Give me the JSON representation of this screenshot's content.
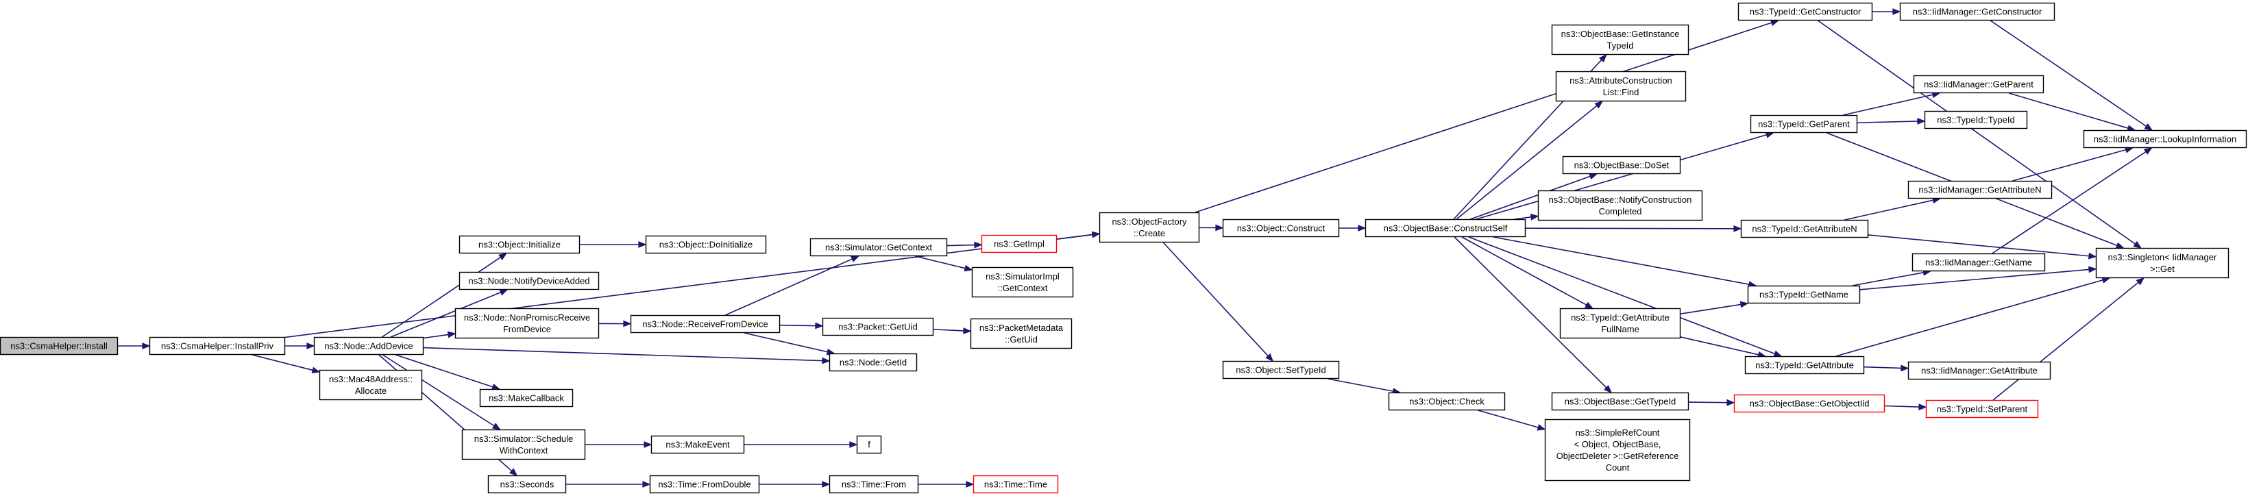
{
  "colors": {
    "edge": "#191970",
    "node_border": "#000000",
    "node_border_highlight": "#ff0000",
    "root_fill": "#bfbfbf",
    "node_fill": "#ffffff"
  },
  "nodes": [
    {
      "id": "n_install",
      "name": "node-csmahelper-install",
      "lines": [
        "ns3::CsmaHelper::Install"
      ],
      "style": "root"
    },
    {
      "id": "n_installpriv",
      "name": "node-csmahelper-installpriv",
      "lines": [
        "ns3::CsmaHelper::InstallPriv"
      ],
      "style": "normal"
    },
    {
      "id": "n_adddevice",
      "name": "node-node-adddevice",
      "lines": [
        "ns3::Node::AddDevice"
      ],
      "style": "normal"
    },
    {
      "id": "n_mac48alloc",
      "name": "node-mac48address-allocate",
      "lines": [
        "ns3::Mac48Address::",
        "Allocate"
      ],
      "style": "normal"
    },
    {
      "id": "n_objinit",
      "name": "node-object-initialize",
      "lines": [
        "ns3::Object::Initialize"
      ],
      "style": "normal"
    },
    {
      "id": "n_notifydev",
      "name": "node-node-notifydeviceadded",
      "lines": [
        "ns3::Node::NotifyDeviceAdded"
      ],
      "style": "normal"
    },
    {
      "id": "n_nonpromisc",
      "name": "node-node-nonpromiscreceivefromdevice",
      "lines": [
        "ns3::Node::NonPromiscReceive",
        "FromDevice"
      ],
      "style": "normal"
    },
    {
      "id": "n_makecallback",
      "name": "node-makecallback",
      "lines": [
        "ns3::MakeCallback"
      ],
      "style": "normal"
    },
    {
      "id": "n_schedctx",
      "name": "node-simulator-schedulewithcontext",
      "lines": [
        "ns3::Simulator::Schedule",
        "WithContext"
      ],
      "style": "normal"
    },
    {
      "id": "n_seconds",
      "name": "node-seconds",
      "lines": [
        "ns3::Seconds"
      ],
      "style": "normal"
    },
    {
      "id": "n_doinit",
      "name": "node-object-doinitialize",
      "lines": [
        "ns3::Object::DoInitialize"
      ],
      "style": "normal"
    },
    {
      "id": "n_recvdev",
      "name": "node-node-receivefromdevice",
      "lines": [
        "ns3::Node::ReceiveFromDevice"
      ],
      "style": "normal"
    },
    {
      "id": "n_makeevent",
      "name": "node-makeevent",
      "lines": [
        "ns3::MakeEvent"
      ],
      "style": "normal"
    },
    {
      "id": "n_fromdouble",
      "name": "node-time-fromdouble",
      "lines": [
        "ns3::Time::FromDouble"
      ],
      "style": "normal"
    },
    {
      "id": "n_getcontext",
      "name": "node-simulator-getcontext",
      "lines": [
        "ns3::Simulator::GetContext"
      ],
      "style": "normal"
    },
    {
      "id": "n_pktuid",
      "name": "node-packet-getuid",
      "lines": [
        "ns3::Packet::GetUid"
      ],
      "style": "normal"
    },
    {
      "id": "n_nodegetid",
      "name": "node-node-getid",
      "lines": [
        "ns3::Node::GetId"
      ],
      "style": "normal"
    },
    {
      "id": "n_f",
      "name": "node-f",
      "lines": [
        "f"
      ],
      "style": "normal"
    },
    {
      "id": "n_timefrom",
      "name": "node-time-from",
      "lines": [
        "ns3::Time::From"
      ],
      "style": "normal"
    },
    {
      "id": "n_getimpl",
      "name": "node-getimpl",
      "lines": [
        "ns3::GetImpl"
      ],
      "style": "red"
    },
    {
      "id": "n_simimplctx",
      "name": "node-simulatorimpl-getcontext",
      "lines": [
        "ns3::SimulatorImpl",
        "::GetContext"
      ],
      "style": "normal"
    },
    {
      "id": "n_pktmeta",
      "name": "node-packetmetadata-getuid",
      "lines": [
        "ns3::PacketMetadata",
        "::GetUid"
      ],
      "style": "normal"
    },
    {
      "id": "n_time",
      "name": "node-time-time",
      "lines": [
        "ns3::Time::Time"
      ],
      "style": "red"
    },
    {
      "id": "n_objfactory",
      "name": "node-objectfactory-create",
      "lines": [
        "ns3::ObjectFactory",
        "::Create"
      ],
      "style": "normal"
    },
    {
      "id": "n_objconstruct",
      "name": "node-object-construct",
      "lines": [
        "ns3::Object::Construct"
      ],
      "style": "normal"
    },
    {
      "id": "n_settypeid",
      "name": "node-object-settypeid",
      "lines": [
        "ns3::Object::SetTypeId"
      ],
      "style": "normal"
    },
    {
      "id": "n_constructself",
      "name": "node-objectbase-constructself",
      "lines": [
        "ns3::ObjectBase::ConstructSelf"
      ],
      "style": "normal"
    },
    {
      "id": "n_objcheck",
      "name": "node-object-check",
      "lines": [
        "ns3::Object::Check"
      ],
      "style": "normal"
    },
    {
      "id": "n_getinsttid",
      "name": "node-objectbase-getinstancetypeid",
      "lines": [
        "ns3::ObjectBase::GetInstance",
        "TypeId"
      ],
      "style": "normal"
    },
    {
      "id": "n_attrfind",
      "name": "node-attributeconstructionlist-find",
      "lines": [
        "ns3::AttributeConstruction",
        "List::Find"
      ],
      "style": "normal"
    },
    {
      "id": "n_doset",
      "name": "node-objectbase-doset",
      "lines": [
        "ns3::ObjectBase::DoSet"
      ],
      "style": "normal"
    },
    {
      "id": "n_notifyconst",
      "name": "node-objectbase-notifyconstructioncompleted",
      "lines": [
        "ns3::ObjectBase::NotifyConstruction",
        "Completed"
      ],
      "style": "normal"
    },
    {
      "id": "n_getattrfull",
      "name": "node-typeid-getattributefullname",
      "lines": [
        "ns3::TypeId::GetAttribute",
        "FullName"
      ],
      "style": "normal"
    },
    {
      "id": "n_getobjtid",
      "name": "node-objectbase-gettypeid",
      "lines": [
        "ns3::ObjectBase::GetTypeId"
      ],
      "style": "normal"
    },
    {
      "id": "n_simplerefcount",
      "name": "node-simplerefcount-getreferencecount",
      "lines": [
        "ns3::SimpleRefCount",
        "< Object, ObjectBase,",
        "ObjectDeleter >::GetReference",
        "Count"
      ],
      "style": "normal"
    },
    {
      "id": "n_tidgetctor",
      "name": "node-typeid-getconstructor",
      "lines": [
        "ns3::TypeId::GetConstructor"
      ],
      "style": "normal"
    },
    {
      "id": "n_tidgetparent",
      "name": "node-typeid-getparent",
      "lines": [
        "ns3::TypeId::GetParent"
      ],
      "style": "normal"
    },
    {
      "id": "n_tidgetattrn",
      "name": "node-typeid-getattributen",
      "lines": [
        "ns3::TypeId::GetAttributeN"
      ],
      "style": "normal"
    },
    {
      "id": "n_tidgetname",
      "name": "node-typeid-getname",
      "lines": [
        "ns3::TypeId::GetName"
      ],
      "style": "normal"
    },
    {
      "id": "n_tidgetattr",
      "name": "node-typeid-getattribute",
      "lines": [
        "ns3::TypeId::GetAttribute"
      ],
      "style": "normal"
    },
    {
      "id": "n_getobjiid",
      "name": "node-objectbase-getobjectiid",
      "lines": [
        "ns3::ObjectBase::GetObjectIid"
      ],
      "style": "red"
    },
    {
      "id": "n_iidgetctor",
      "name": "node-iidmanager-getconstructor",
      "lines": [
        "ns3::IidManager::GetConstructor"
      ],
      "style": "normal"
    },
    {
      "id": "n_iidgetparent",
      "name": "node-iidmanager-getparent",
      "lines": [
        "ns3::IidManager::GetParent"
      ],
      "style": "normal"
    },
    {
      "id": "n_tidtypeid",
      "name": "node-typeid-typeid",
      "lines": [
        "ns3::TypeId::TypeId"
      ],
      "style": "normal"
    },
    {
      "id": "n_iidgetattrn",
      "name": "node-iidmanager-getattributen",
      "lines": [
        "ns3::IidManager::GetAttributeN"
      ],
      "style": "normal"
    },
    {
      "id": "n_iidgetname",
      "name": "node-iidmanager-getname",
      "lines": [
        "ns3::IidManager::GetName"
      ],
      "style": "normal"
    },
    {
      "id": "n_iidgetattr",
      "name": "node-iidmanager-getattribute",
      "lines": [
        "ns3::IidManager::GetAttribute"
      ],
      "style": "normal"
    },
    {
      "id": "n_tidsetparent",
      "name": "node-typeid-setparent",
      "lines": [
        "ns3::TypeId::SetParent"
      ],
      "style": "red"
    },
    {
      "id": "n_lookupinfo",
      "name": "node-iidmanager-lookupinformation",
      "lines": [
        "ns3::IidManager::LookupInformation"
      ],
      "style": "normal"
    },
    {
      "id": "n_singleton",
      "name": "node-singleton-get",
      "lines": [
        "ns3::Singleton< IidManager",
        " >::Get"
      ],
      "style": "normal"
    }
  ],
  "edges": [
    [
      "n_install",
      "n_installpriv"
    ],
    [
      "n_installpriv",
      "n_adddevice"
    ],
    [
      "n_installpriv",
      "n_mac48alloc"
    ],
    [
      "n_installpriv",
      "n_objfactory"
    ],
    [
      "n_adddevice",
      "n_objinit"
    ],
    [
      "n_adddevice",
      "n_notifydev"
    ],
    [
      "n_adddevice",
      "n_nonpromisc"
    ],
    [
      "n_adddevice",
      "n_makecallback"
    ],
    [
      "n_adddevice",
      "n_schedctx"
    ],
    [
      "n_adddevice",
      "n_seconds"
    ],
    [
      "n_adddevice",
      "n_nodegetid"
    ],
    [
      "n_objinit",
      "n_doinit"
    ],
    [
      "n_nonpromisc",
      "n_recvdev"
    ],
    [
      "n_recvdev",
      "n_getcontext"
    ],
    [
      "n_recvdev",
      "n_pktuid"
    ],
    [
      "n_recvdev",
      "n_nodegetid"
    ],
    [
      "n_getcontext",
      "n_getimpl"
    ],
    [
      "n_getcontext",
      "n_simimplctx"
    ],
    [
      "n_getimpl",
      "n_objfactory"
    ],
    [
      "n_pktuid",
      "n_pktmeta"
    ],
    [
      "n_schedctx",
      "n_makeevent"
    ],
    [
      "n_makeevent",
      "n_f"
    ],
    [
      "n_seconds",
      "n_fromdouble"
    ],
    [
      "n_fromdouble",
      "n_timefrom"
    ],
    [
      "n_timefrom",
      "n_time"
    ],
    [
      "n_objfactory",
      "n_objconstruct"
    ],
    [
      "n_objfactory",
      "n_settypeid"
    ],
    [
      "n_objfactory",
      "n_tidgetctor"
    ],
    [
      "n_objconstruct",
      "n_constructself"
    ],
    [
      "n_settypeid",
      "n_objcheck"
    ],
    [
      "n_objcheck",
      "n_simplerefcount"
    ],
    [
      "n_constructself",
      "n_getinsttid"
    ],
    [
      "n_constructself",
      "n_attrfind"
    ],
    [
      "n_constructself",
      "n_doset"
    ],
    [
      "n_constructself",
      "n_notifyconst"
    ],
    [
      "n_constructself",
      "n_getattrfull"
    ],
    [
      "n_constructself",
      "n_getobjtid"
    ],
    [
      "n_constructself",
      "n_tidgetparent"
    ],
    [
      "n_constructself",
      "n_tidgetattrn"
    ],
    [
      "n_constructself",
      "n_tidgetname"
    ],
    [
      "n_constructself",
      "n_tidgetattr"
    ],
    [
      "n_getattrfull",
      "n_tidgetname"
    ],
    [
      "n_getattrfull",
      "n_tidgetattr"
    ],
    [
      "n_getobjtid",
      "n_getobjiid"
    ],
    [
      "n_getobjiid",
      "n_tidsetparent"
    ],
    [
      "n_tidgetctor",
      "n_iidgetctor"
    ],
    [
      "n_tidgetctor",
      "n_singleton"
    ],
    [
      "n_tidgetparent",
      "n_iidgetparent"
    ],
    [
      "n_tidgetparent",
      "n_tidtypeid"
    ],
    [
      "n_tidgetparent",
      "n_singleton"
    ],
    [
      "n_tidgetattrn",
      "n_iidgetattrn"
    ],
    [
      "n_tidgetattrn",
      "n_singleton"
    ],
    [
      "n_tidgetname",
      "n_iidgetname"
    ],
    [
      "n_tidgetname",
      "n_singleton"
    ],
    [
      "n_tidgetattr",
      "n_iidgetattr"
    ],
    [
      "n_tidgetattr",
      "n_singleton"
    ],
    [
      "n_iidgetctor",
      "n_lookupinfo"
    ],
    [
      "n_iidgetparent",
      "n_lookupinfo"
    ],
    [
      "n_iidgetattrn",
      "n_lookupinfo"
    ],
    [
      "n_iidgetname",
      "n_lookupinfo"
    ],
    [
      "n_tidsetparent",
      "n_singleton"
    ]
  ]
}
